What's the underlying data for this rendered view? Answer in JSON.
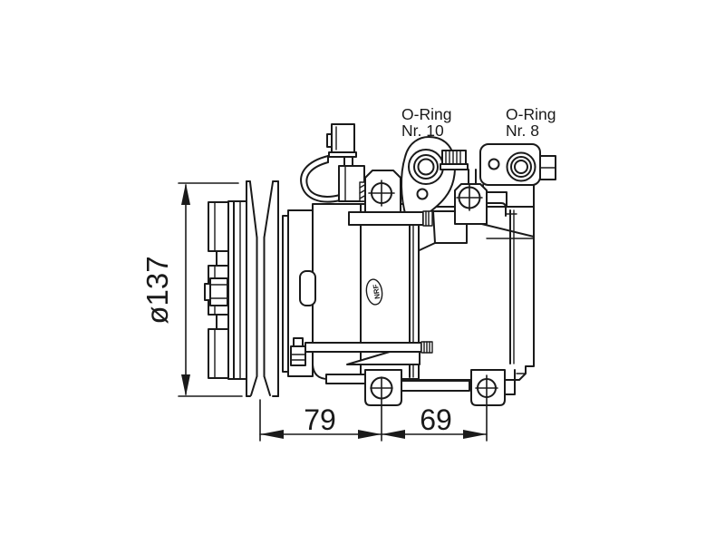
{
  "drawing": {
    "subject": "AC compressor side-view technical line drawing",
    "background": "#ffffff",
    "line_color": "#1a1a1a",
    "logo_text": "NRF",
    "annotations": {
      "oring10_line1": "O-Ring",
      "oring10_line2": "Nr. 10",
      "oring8_line1": "O-Ring",
      "oring8_line2": "Nr. 8"
    },
    "dimensions": {
      "pulley_diameter_label": "ø137",
      "front_mount_span_label": "79",
      "rear_mount_span_label": "69"
    }
  }
}
